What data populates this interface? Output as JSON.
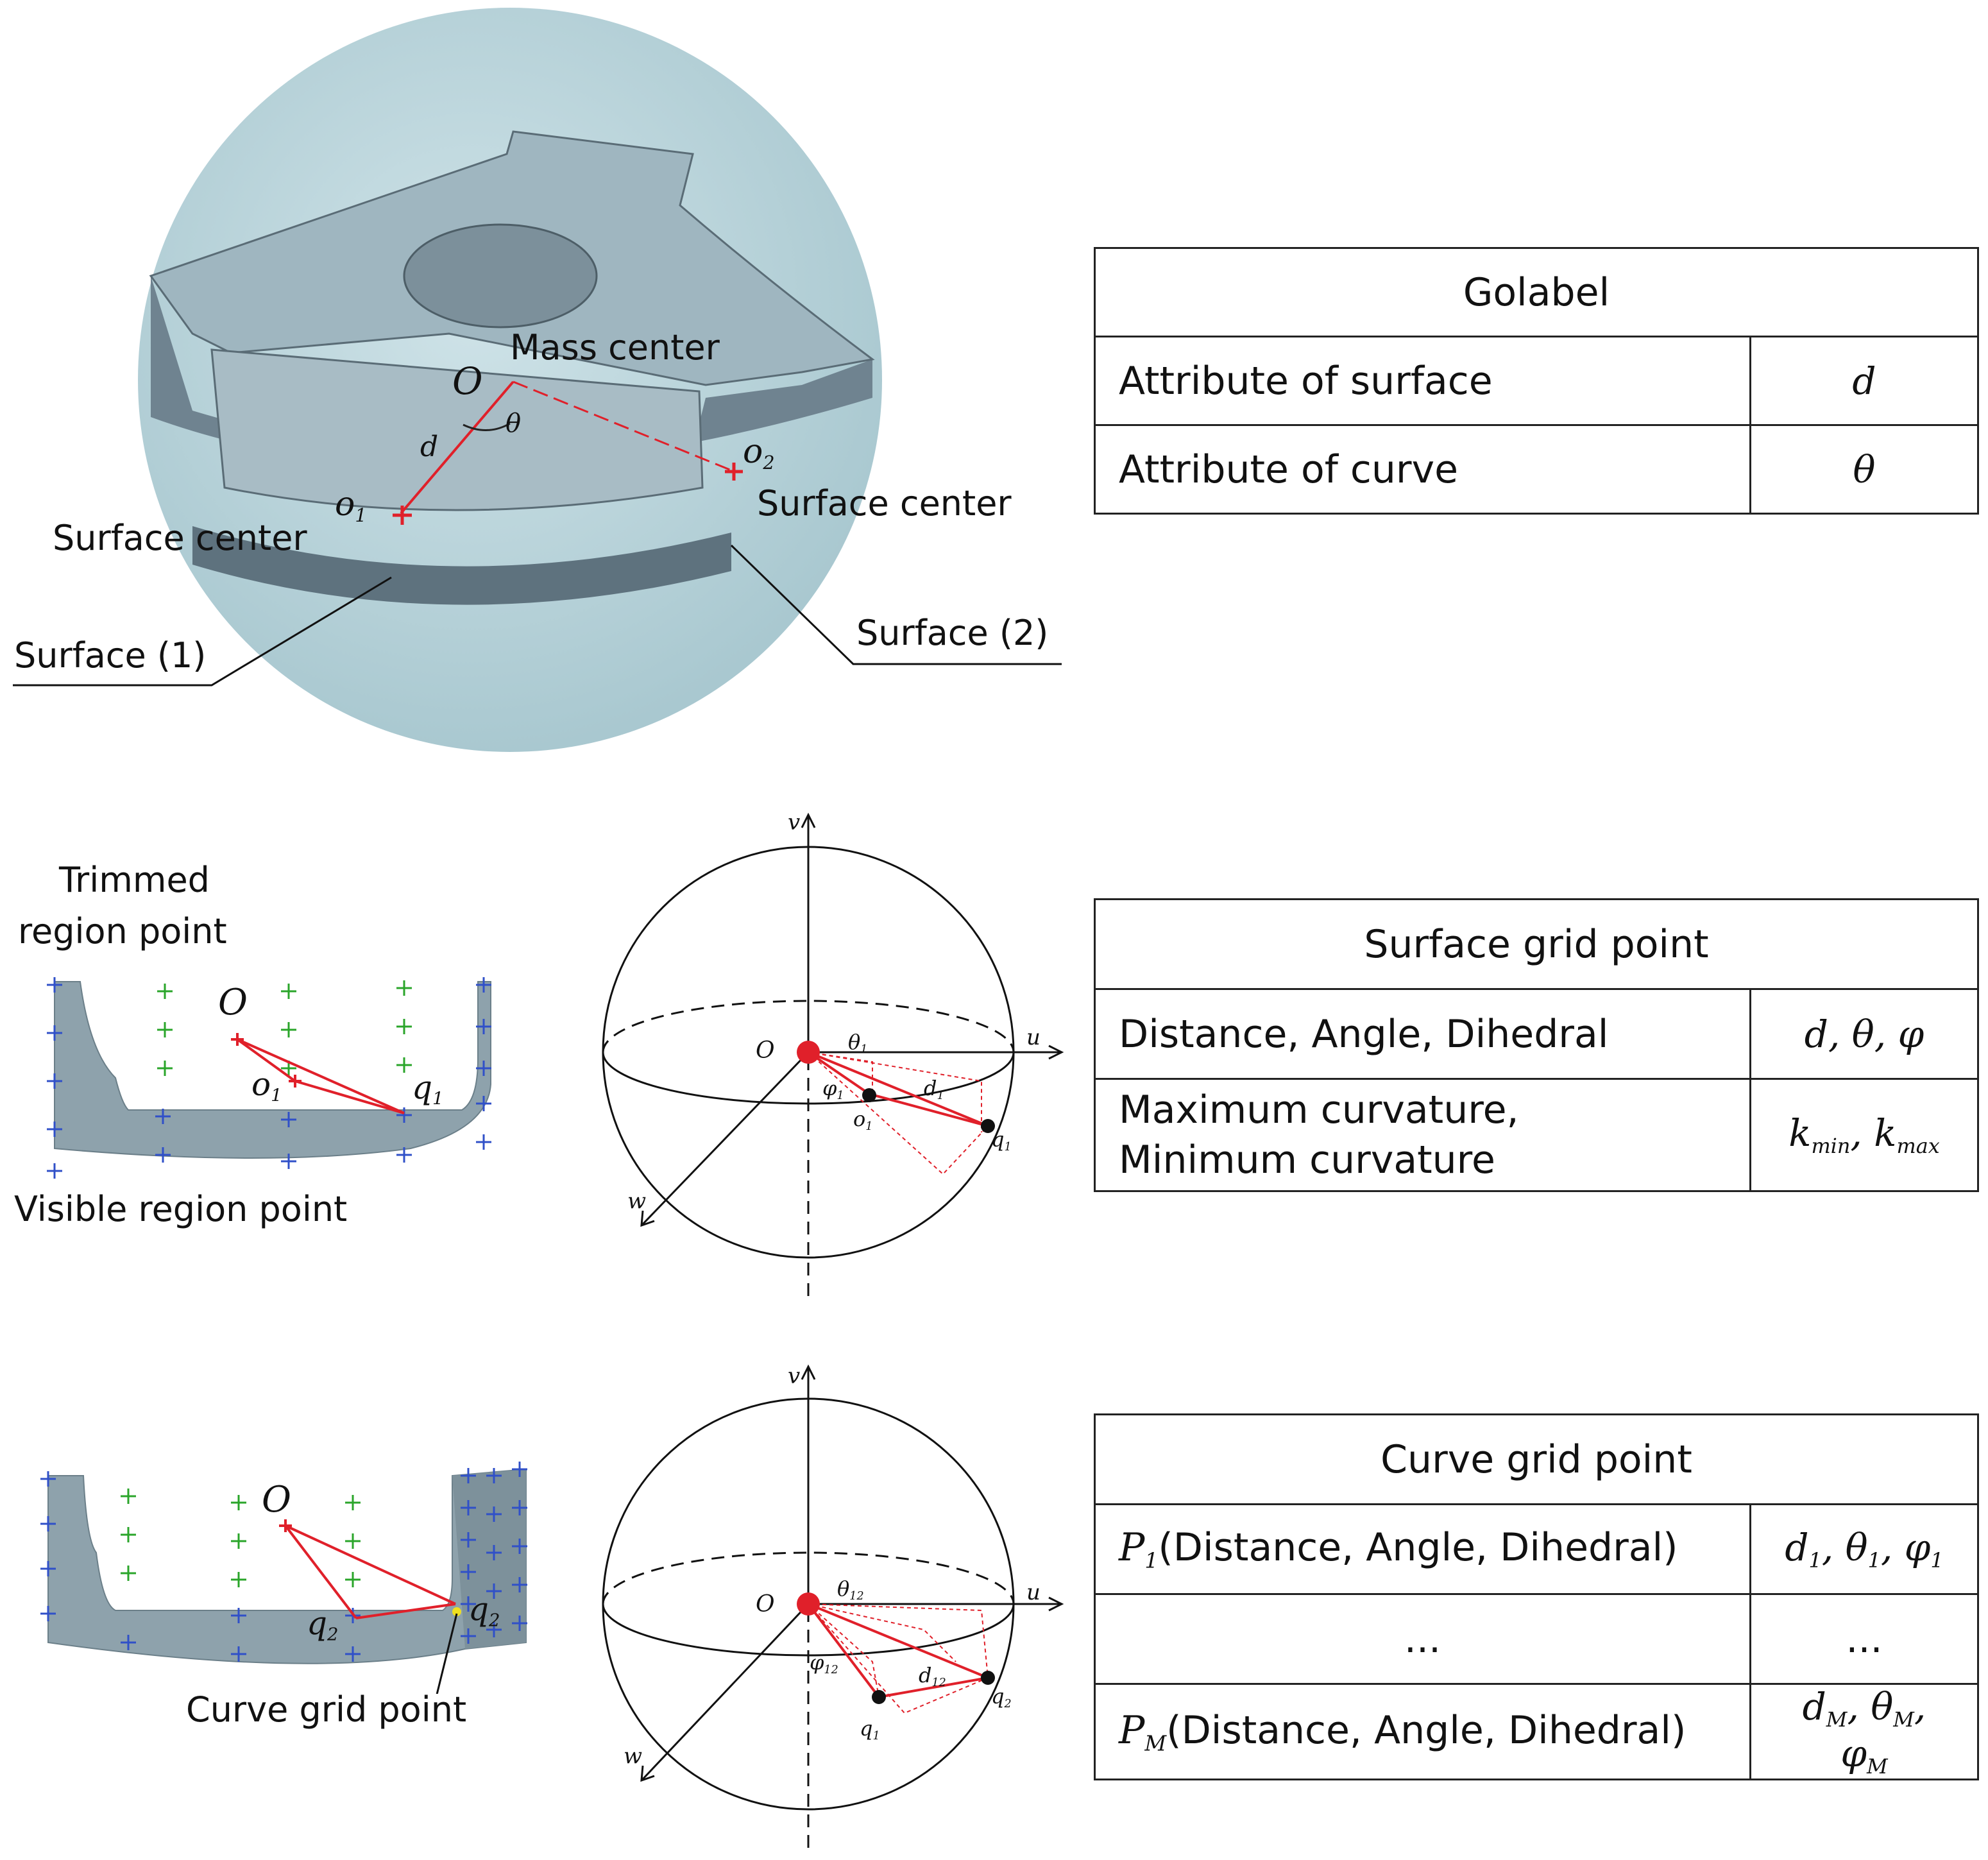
{
  "top_figure": {
    "mass_center": "Mass center",
    "O": "O",
    "theta": "θ",
    "d": "d",
    "o1": "o",
    "o1_sub": "1",
    "o2": "o",
    "o2_sub": "2",
    "surface_center_left": "Surface center",
    "surface_center_right": "Surface center",
    "surface_1": "Surface (1)",
    "surface_2": "Surface (2)"
  },
  "golabel_table": {
    "header": "Golabel",
    "rows": [
      {
        "label": "Attribute  of surface",
        "symbol": "d"
      },
      {
        "label": "Attribute of curve",
        "symbol": "θ"
      }
    ]
  },
  "middle_left": {
    "trimmed_line1": "Trimmed",
    "trimmed_line2": "region point",
    "visible": "Visible region point",
    "O": "O",
    "o1": "o",
    "o1_sub": "1",
    "q1": "q",
    "q1_sub": "1"
  },
  "middle_sphere": {
    "v": "v",
    "u": "u",
    "w": "w",
    "O": "O",
    "theta1": "θ",
    "theta1_sub": "1",
    "phi1": "φ",
    "phi1_sub": "1",
    "d1": "d",
    "d1_sub": "1",
    "o1": "o",
    "o1_sub": "1",
    "q1": "q",
    "q1_sub": "1"
  },
  "surface_table": {
    "header": "Surface grid point",
    "rows": [
      {
        "label": "Distance, Angle, Dihedral",
        "symbol": "d, θ, φ"
      },
      {
        "label_line1": "Maximum curvature,",
        "label_line2": "Minimum curvature",
        "k1": "k",
        "k1_sub": "min",
        "sep": ", ",
        "k2": "k",
        "k2_sub": "max"
      }
    ]
  },
  "bottom_left": {
    "O": "O",
    "q2": "q",
    "q2_sub": "2",
    "q2b": "q",
    "q2b_sub": "2",
    "curve_grid": "Curve grid point"
  },
  "bottom_sphere": {
    "v": "v",
    "u": "u",
    "w": "w",
    "O": "O",
    "theta12": "θ",
    "theta12_sub": "12",
    "phi12": "φ",
    "phi12_sub": "12",
    "d12": "d",
    "d12_sub": "12",
    "q1": "q",
    "q1_sub": "1",
    "q2": "q",
    "q2_sub": "2"
  },
  "curve_table": {
    "header": "Curve grid point",
    "rows": [
      {
        "P": "P",
        "P_sub": "1",
        "label": "(Distance, Angle, Dihedral)",
        "s1": "d",
        "s1_sub": "1",
        "s2": "θ",
        "s2_sub": "1",
        "s3": "φ",
        "s3_sub": "1"
      },
      {
        "label": "...",
        "symbol": "..."
      },
      {
        "P": "P",
        "P_sub": "M",
        "label": "(Distance, Angle, Dihedral)",
        "s1": "d",
        "s1_sub": "M",
        "s2": "θ",
        "s2_sub": "M",
        "s3": "φ",
        "s3_sub": "M"
      }
    ]
  },
  "colors": {
    "sphere": "#b7d3da",
    "part": "#9fb3bd",
    "red": "#e0202a",
    "green": "#2aa52a",
    "blue": "#3050c8"
  }
}
